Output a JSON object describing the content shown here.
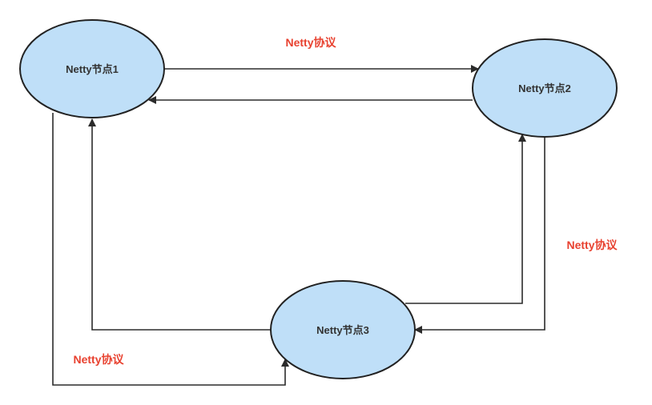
{
  "diagram": {
    "nodes": {
      "node1": {
        "label": "Netty节点1"
      },
      "node2": {
        "label": "Netty节点2"
      },
      "node3": {
        "label": "Netty节点3"
      }
    },
    "edge_labels": {
      "top": "Netty协议",
      "right": "Netty协议",
      "left": "Netty协议"
    }
  },
  "colors": {
    "node_fill": "#bfdff8",
    "node_stroke": "#222222",
    "edge_stroke": "#2b2b2b",
    "label_text": "#e8412f"
  }
}
